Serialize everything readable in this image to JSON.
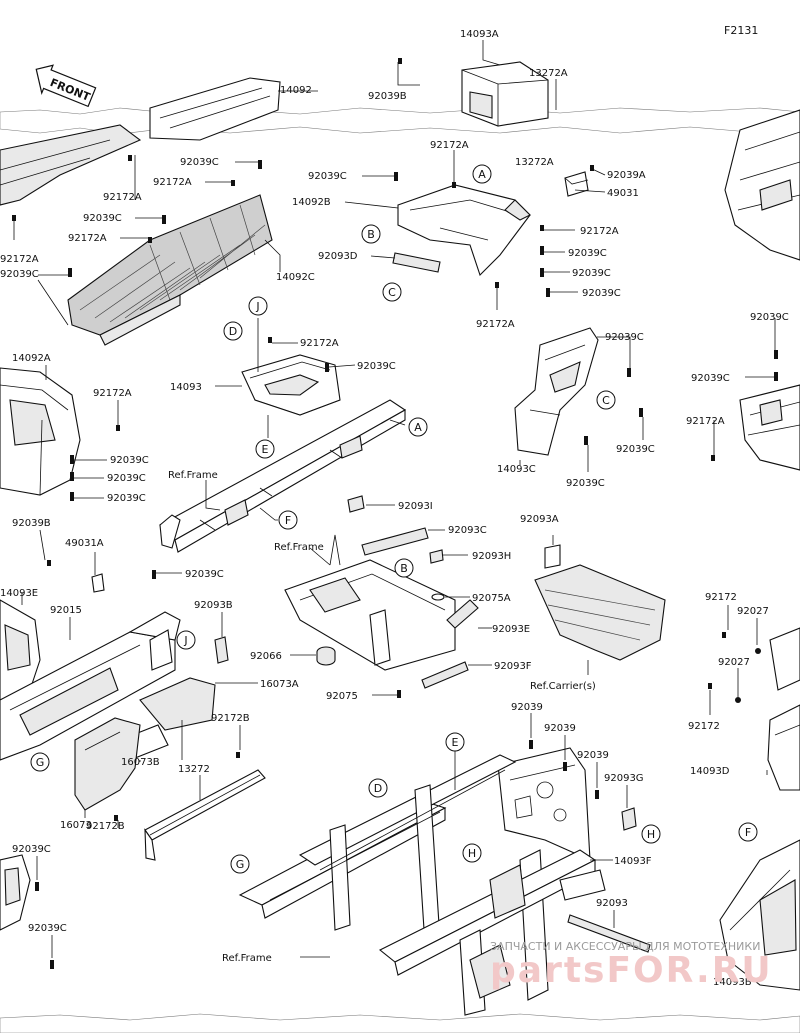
{
  "diagram": {
    "code": "F2131",
    "front_badge": "FRONT",
    "parts": {
      "p14093A": "14093A",
      "p14092": "14092",
      "p13272A_top": "13272A",
      "p92039B_top": "92039B",
      "p92172A_c1": "92172A",
      "p13272A_mid": "13272A",
      "p92039A": "92039A",
      "p49031": "49031",
      "p92039C_1": "92039C",
      "p92172A_1": "92172A",
      "p92039C_2": "92039C",
      "p92039C_3": "92039C",
      "p92172A_2": "92172A",
      "p92172A_3": "92172A",
      "p92172A_left": "92172A",
      "p92039C_left": "92039C",
      "p14092B": "14092B",
      "p14092C": "14092C",
      "p92093D": "92093D",
      "p92172A_4": "92172A",
      "p92039C_4": "92039C",
      "p92039C_5": "92039C",
      "p92039C_6": "92039C",
      "p92172A_5": "92172A",
      "p92172A_6": "92172A",
      "p92039C_7": "92039C",
      "p14093": "14093",
      "p92039C_8": "92039C",
      "p92039C_9": "92039C",
      "p14093C": "14093C",
      "p92039C_10": "92039C",
      "p14092A": "14092A",
      "p92172A_7": "92172A",
      "p92039C_11": "92039C",
      "p92039C_12": "92039C",
      "p92039C_13": "92039C",
      "p92039C_r1": "92039C",
      "p92039C_r2": "92039C",
      "p92172A_r": "92172A",
      "ref_frame_1": "Ref.Frame",
      "p92093I": "92093I",
      "p92093C": "92093C",
      "p92093A": "92093A",
      "ref_frame_2": "Ref.Frame",
      "p92093H": "92093H",
      "p92039B": "92039B",
      "p49031A": "49031A",
      "p92039C_14": "92039C",
      "p14093E": "14093E",
      "p92015": "92015",
      "p92093B": "92093B",
      "p92075A": "92075A",
      "p92093E": "92093E",
      "p92066": "92066",
      "p92093F": "92093F",
      "p16073A": "16073A",
      "p92075": "92075",
      "ref_carrier": "Ref.Carrier(s)",
      "p92172_r1": "92172",
      "p92027_r1": "92027",
      "p92027_r2": "92027",
      "p92172_r2": "92172",
      "p92172B_1": "92172B",
      "p14093D": "14093D",
      "p16073B": "16073B",
      "p13272": "13272",
      "p92039_1": "92039",
      "p92039_2": "92039",
      "p92039_3": "92039",
      "p92093G": "92093G",
      "p16073": "16073",
      "p92172B_2": "92172B",
      "p14093F": "14093F",
      "p92039C_15": "92039C",
      "p92093": "92093",
      "p92039C_16": "92039C",
      "ref_frame_3": "Ref.Frame",
      "p14093B": "14093B"
    },
    "callouts": {
      "A": "A",
      "B": "B",
      "C": "C",
      "D": "D",
      "E": "E",
      "F": "F",
      "G": "G",
      "H": "H",
      "J": "J"
    }
  },
  "watermark": {
    "tagline": "ЗАПЧАСТИ И АКСЕССУАРЫ ДЛЯ МОТОТЕХНИКИ",
    "logo": "partsFOR.RU"
  }
}
